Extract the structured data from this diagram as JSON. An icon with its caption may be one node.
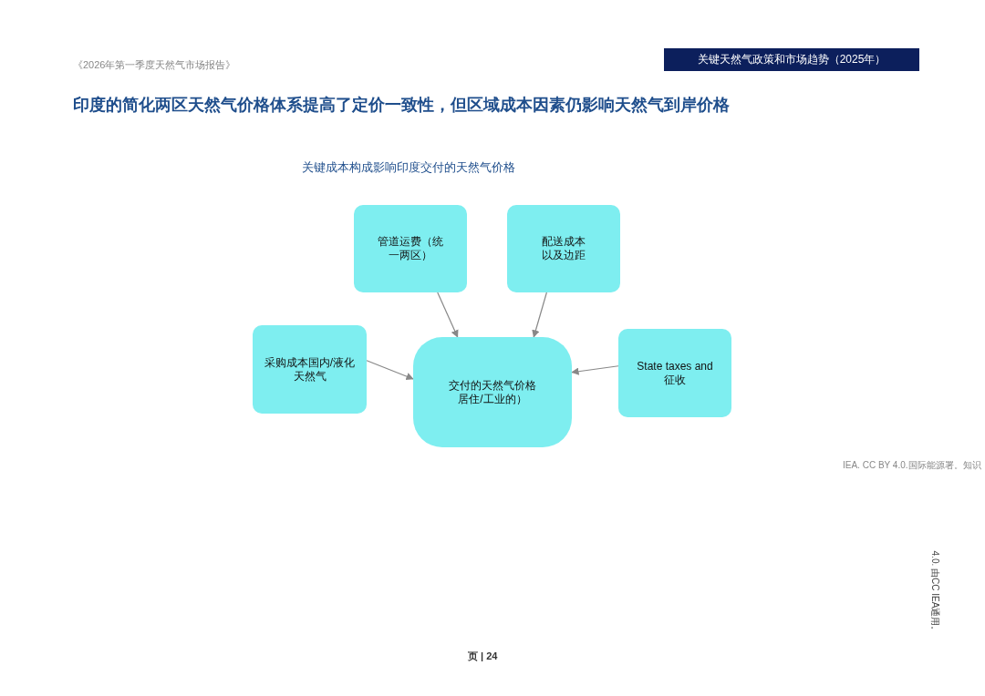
{
  "diagram": {
    "title": "印度的简化两区天然气价格体系提高了定价一致性，但区域成本因素仍影响天然气到岸价格",
    "nodes": [
      {
        "text": [
          "关键天然气政策和市场趋势（2025年）"
        ]
      },
      {
        "text": [
          "管道运费（统一两区）"
        ]
      },
      {
        "text": [
          "配送成本以及边距"
        ]
      },
      {
        "text": [
          "采购成本国内/液化天然气"
        ]
      },
      {
        "text": [
          "交付的天然气价格居住/工业的）"
        ]
      },
      {
        "text": [
          "State taxes and 征收"
        ]
      }
    ],
    "edges": [
      {
        "from": 1,
        "to": 4,
        "arrow": "to"
      },
      {
        "from": 2,
        "to": 4,
        "arrow": "to"
      },
      {
        "from": 3,
        "to": 4,
        "arrow": "to"
      },
      {
        "from": 5,
        "to": 4,
        "arrow": "to"
      }
    ],
    "labels": [
      "《2026年第一季度天然气市场报告》",
      "关键成本构成影响印度交付的天然气价格",
      "IEA. CC BY 4.0.国际能源署。知识",
      "4.0. 由CC IEA通用。",
      "页 | 24"
    ]
  }
}
